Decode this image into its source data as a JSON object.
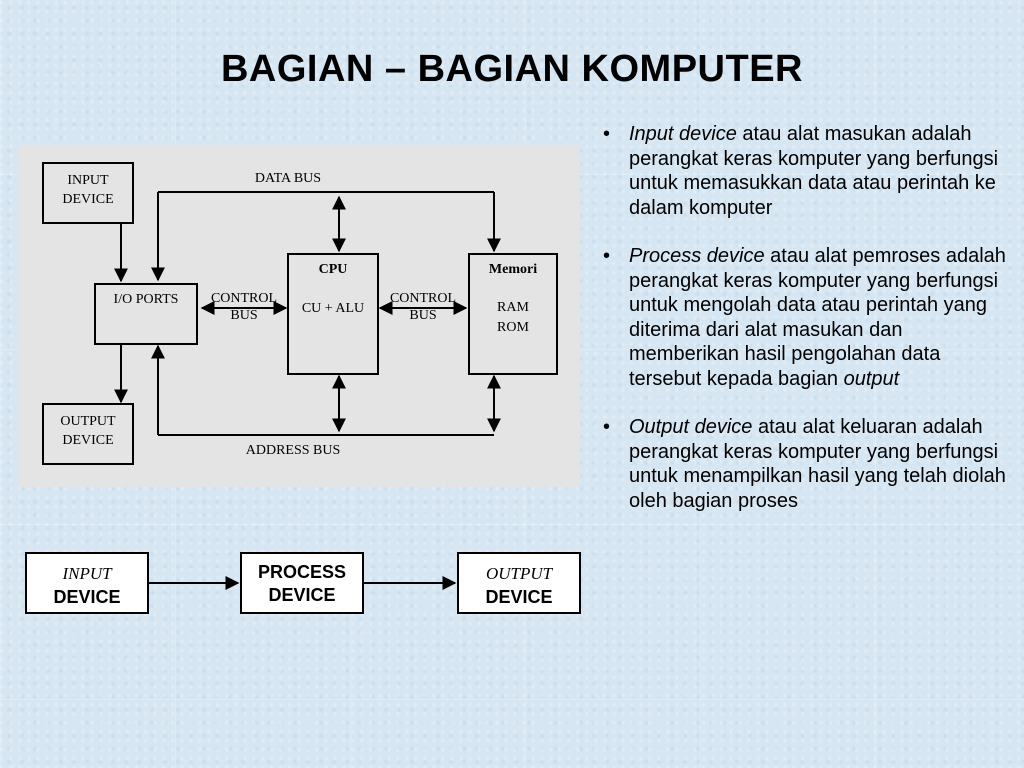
{
  "title": "BAGIAN – BAGIAN KOMPUTER",
  "diagram": {
    "input_device": [
      "INPUT",
      "DEVICE"
    ],
    "output_device": [
      "OUTPUT",
      "DEVICE"
    ],
    "io_ports": "I/O PORTS",
    "cpu": {
      "title": "CPU",
      "content": "CU + ALU"
    },
    "memori": {
      "title": "Memori",
      "ram": "RAM",
      "rom": "ROM"
    },
    "control_bus_left": [
      "CONTROL",
      "BUS"
    ],
    "control_bus_right": [
      "CONTROL",
      "BUS"
    ],
    "data_bus": "DATA BUS",
    "address_bus": "ADDRESS BUS"
  },
  "flow": {
    "input": [
      "INPUT",
      "DEVICE"
    ],
    "process": [
      "PROCESS",
      "DEVICE"
    ],
    "output": [
      "OUTPUT",
      "DEVICE"
    ]
  },
  "bullets": [
    {
      "term": "Input device",
      "text": " atau alat masukan adalah perangkat keras komputer yang  berfungsi untuk memasukkan data atau perintah ke dalam komputer",
      "tail_em": "",
      "tail": ""
    },
    {
      "term": "Process device",
      "text": " atau alat pemroses adalah perangkat keras komputer yang berfungsi untuk mengolah data atau perintah yang diterima dari alat masukan dan memberikan hasil pengolahan data tersebut kepada bagian ",
      "tail_em": "output",
      "tail": ""
    },
    {
      "term": "Output device",
      "text": "  atau alat keluaran adalah perangkat keras komputer yang berfungsi untuk menampilkan hasil yang telah diolah oleh bagian proses",
      "tail_em": "",
      "tail": ""
    }
  ]
}
